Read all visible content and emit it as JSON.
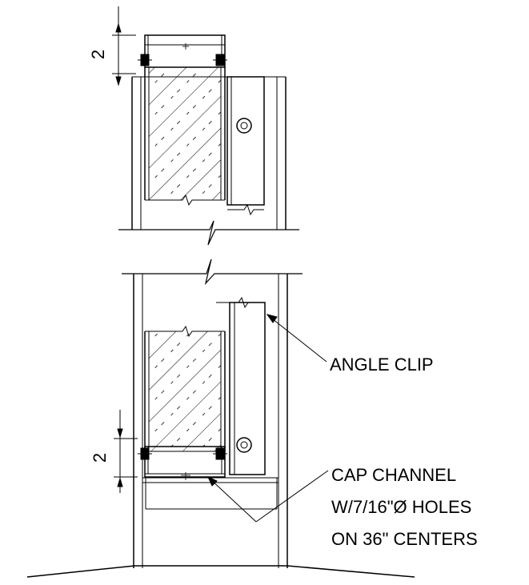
{
  "drawing": {
    "dimensions": {
      "top": "2",
      "bottom": "2"
    },
    "callouts": {
      "angle_clip": "ANGLE CLIP",
      "cap_channel": {
        "line1": "CAP CHANNEL",
        "line2": "W/7/16\"Ø HOLES",
        "line3": "ON 36\" CENTERS"
      }
    }
  }
}
